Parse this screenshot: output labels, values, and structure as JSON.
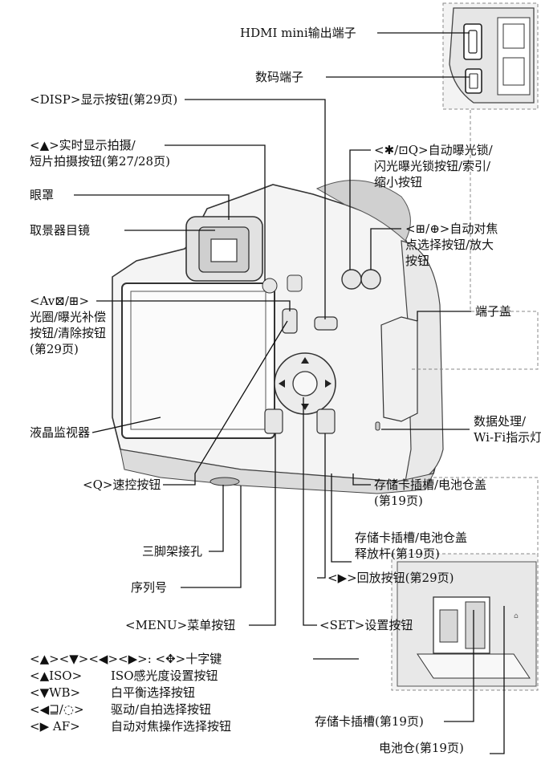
{
  "labels": {
    "hdmi": "HDMI mini输出端子",
    "digital": "数码端子",
    "disp": "<DISP>显示按钮(第29页)",
    "liveview_1": "<▲>实时显示拍摄/",
    "liveview_2": "短片拍摄按钮(第27/28页)",
    "eyecup": "眼罩",
    "viewfinder": "取景器目镜",
    "ae_lock_1": "<✱/⊡Q>自动曝光锁/",
    "ae_lock_2": "闪光曝光锁按钮/索引/",
    "ae_lock_3": "缩小按钮",
    "af_point_1": "<⊞/⊕>自动对焦",
    "af_point_2": "点选择按钮/放大",
    "af_point_3": "按钮",
    "av_1": "<Av⊠/⊞>",
    "av_2": "光圈/曝光补偿",
    "av_3": "按钮/清除按钮",
    "av_4": "(第29页)",
    "terminal_cover": "端子盖",
    "lcd": "液晶监视器",
    "data_1": "数据处理/",
    "data_2": "Wi-Fi指示灯",
    "q_button": "<Q>速控按钮",
    "card_cover_1": "存储卡插槽/电池仓盖",
    "card_cover_2": "(第19页)",
    "tripod": "三脚架接孔",
    "release_1": "存储卡插槽/电池仓盖",
    "release_2": "释放杆(第19页)",
    "serial": "序列号",
    "playback": "<▶>回放按钮(第29页)",
    "menu": "<MENU>菜单按钮",
    "set": "<SET>设置按钮",
    "cross_keys": "<▲><▼><◀><▶>: <✥>十字键",
    "iso_key": "<▲ISO>",
    "iso_desc": "ISO感光度设置按钮",
    "wb_key": "<▼WB>",
    "wb_desc": "白平衡选择按钮",
    "drive_key": "<◀⊒/◌>",
    "drive_desc": "驱动/自拍选择按钮",
    "af_key": "<▶ AF>",
    "af_desc": "自动对焦操作选择按钮",
    "card_slot": "存储卡插槽(第19页)",
    "battery": "电池仓(第19页)"
  }
}
